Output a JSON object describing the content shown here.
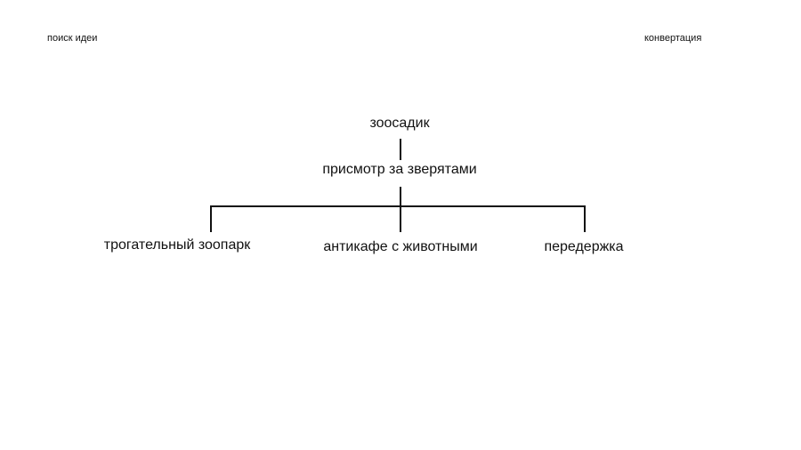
{
  "header": {
    "left_label": "поиск идеи",
    "right_label": "конвертация"
  },
  "tree": {
    "root": "зоосадик",
    "child": "присмотр за зверятами",
    "leaves": [
      "трогательный зоопарк",
      "антикафе с животными",
      "передержка"
    ]
  },
  "colors": {
    "text": "#111111",
    "lines": "#111111",
    "background": "#ffffff"
  }
}
